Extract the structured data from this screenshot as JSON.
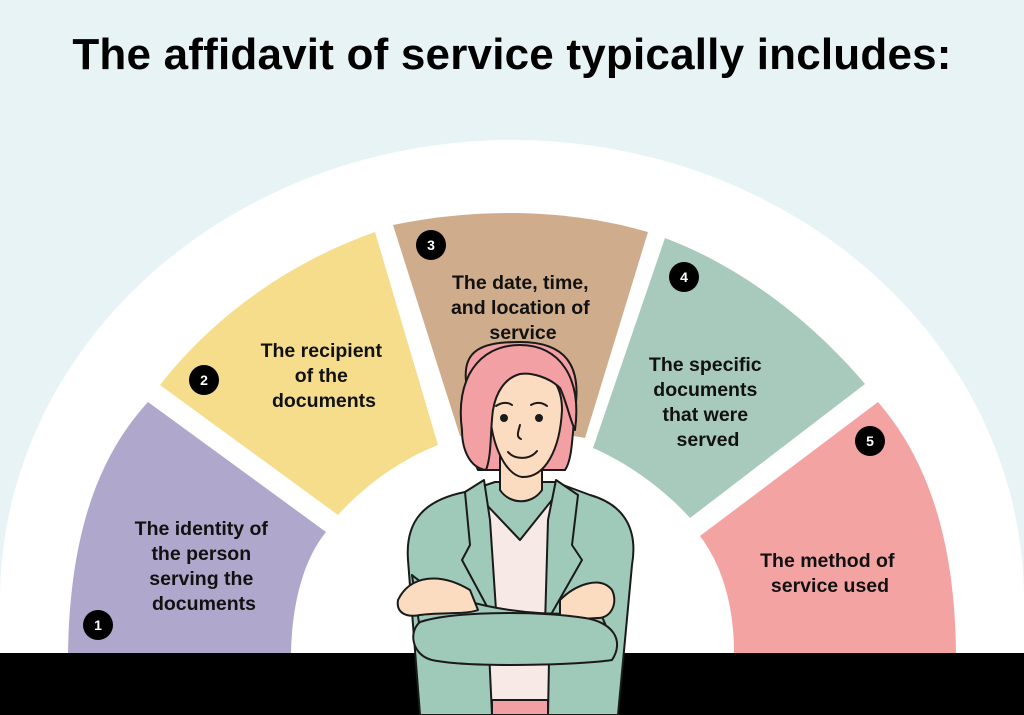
{
  "title": "The affidavit of service typically includes:",
  "segments": [
    {
      "number": "1",
      "lines": [
        "The identity of",
        "the person",
        "serving the",
        "documents"
      ],
      "color": "#afa8cc"
    },
    {
      "number": "2",
      "lines": [
        "The recipient",
        "of the",
        "documents"
      ],
      "color": "#f5dd8c"
    },
    {
      "number": "3",
      "lines": [
        "The date, time,",
        "and location of",
        "service"
      ],
      "color": "#cfac8b"
    },
    {
      "number": "4",
      "lines": [
        "The specific",
        "documents",
        "that were",
        "served"
      ],
      "color": "#a8cabd"
    },
    {
      "number": "5",
      "lines": [
        "The method of",
        "service used"
      ],
      "color": "#f4a3a3"
    }
  ],
  "colors": {
    "background": "#e8f3f5",
    "arch": "#ffffff",
    "floor": "#000000",
    "jacket": "#9fc9b8",
    "hair": "#f2a0a3",
    "skin": "#fcdcc0"
  }
}
